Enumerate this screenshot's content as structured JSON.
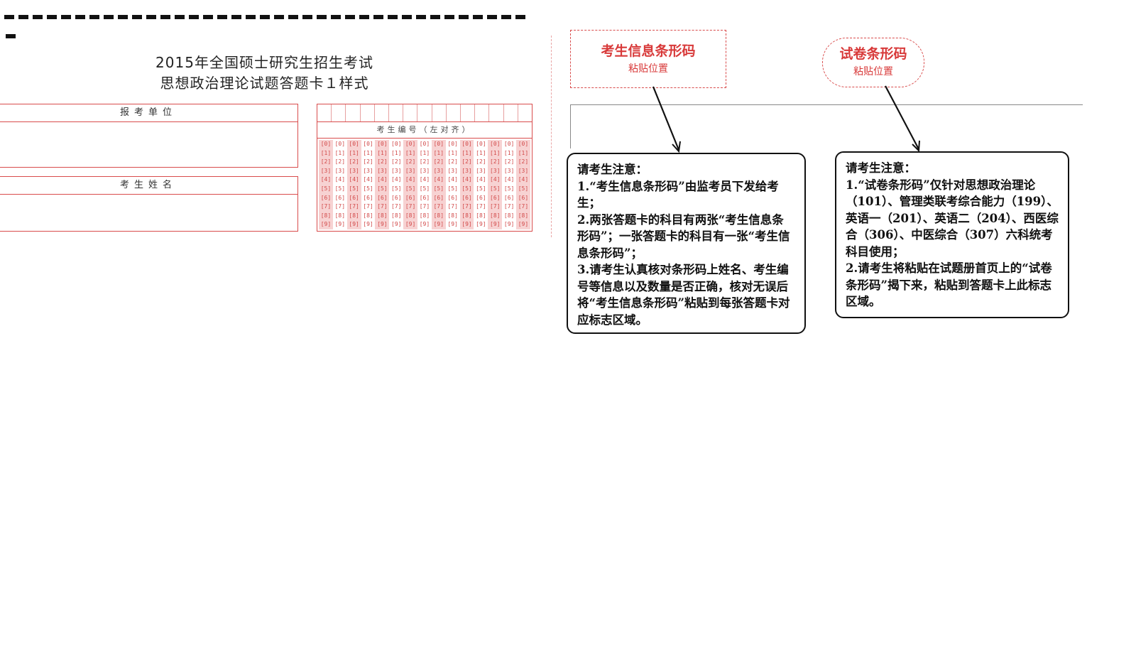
{
  "header": {
    "title_line1": "2015年全国硕士研究生招生考试",
    "title_line2": "思想政治理论试题答题卡１样式"
  },
  "left_form": {
    "unit_label": "报考单位",
    "name_label": "考生姓名",
    "id_label": "考生编号（左对齐）",
    "id_digit_count": 15,
    "bubbles": [
      "[0]",
      "[1]",
      "[2]",
      "[3]",
      "[4]",
      "[5]",
      "[6]",
      "[7]",
      "[8]",
      "[9]"
    ]
  },
  "barcodes": {
    "candidate_title": "考生信息条形码",
    "candidate_sub": "粘贴位置",
    "paper_title": "试卷条形码",
    "paper_sub": "粘贴位置"
  },
  "notice_left": {
    "lines": [
      "请考生注意：",
      "1.“考生信息条形码”由监考员下发给考生；",
      "2.两张答题卡的科目有两张“考生信息条形码”；一张答题卡的科目有一张“考生信息条形码”；",
      "3.请考生认真核对条形码上姓名、考生编号等信息以及数量是否正确，核对无误后将“考生信息条形码”粘贴到每张答题卡对应标志区域。"
    ]
  },
  "notice_right": {
    "lines": [
      "请考生注意：",
      "1.“试卷条形码”仅针对思想政治理论（101）、管理类联考综合能力（199）、英语一（201）、英语二（204）、西医综合（306）、中医综合（307）六科统考科目使用；",
      "2.请考生将粘贴在试题册首页上的“试卷条形码”揭下来，粘贴到答题卡上此标志区域。"
    ]
  },
  "colors": {
    "accent_red": "#d94c4c",
    "bubble_shade": "#f7d2d2",
    "text": "#111111"
  }
}
